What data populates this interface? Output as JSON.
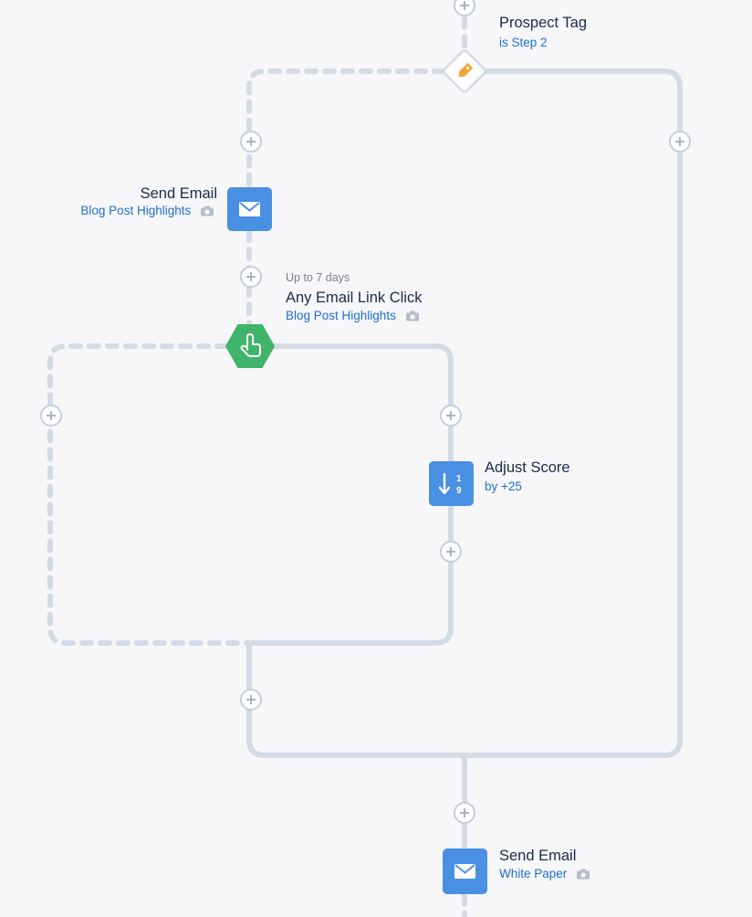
{
  "steps": {
    "prospect_tag": {
      "title": "Prospect Tag",
      "subtitle": "is Step 2"
    },
    "send_email_1": {
      "title": "Send Email",
      "subtitle": "Blog Post Highlights"
    },
    "link_click": {
      "wait": "Up to 7 days",
      "title": "Any Email Link Click",
      "subtitle": "Blog Post Highlights"
    },
    "adjust_score": {
      "title": "Adjust Score",
      "subtitle": "by +25"
    },
    "send_email_2": {
      "title": "Send Email",
      "subtitle": "White Paper"
    }
  },
  "colors": {
    "connector": "#d3dbe6",
    "add_border": "#c5ced9",
    "action_blue": "#4a90e2",
    "trigger_green": "#3fb46a",
    "tag_orange": "#f4a534",
    "link_blue": "#1f6fd1",
    "title_navy": "#1b2a4a"
  },
  "icons": {
    "add": "plus-icon",
    "tag": "tag-icon",
    "email": "envelope-icon",
    "trigger": "pointer-hand-icon",
    "score": "sort-score-icon",
    "preview": "camera-icon"
  }
}
